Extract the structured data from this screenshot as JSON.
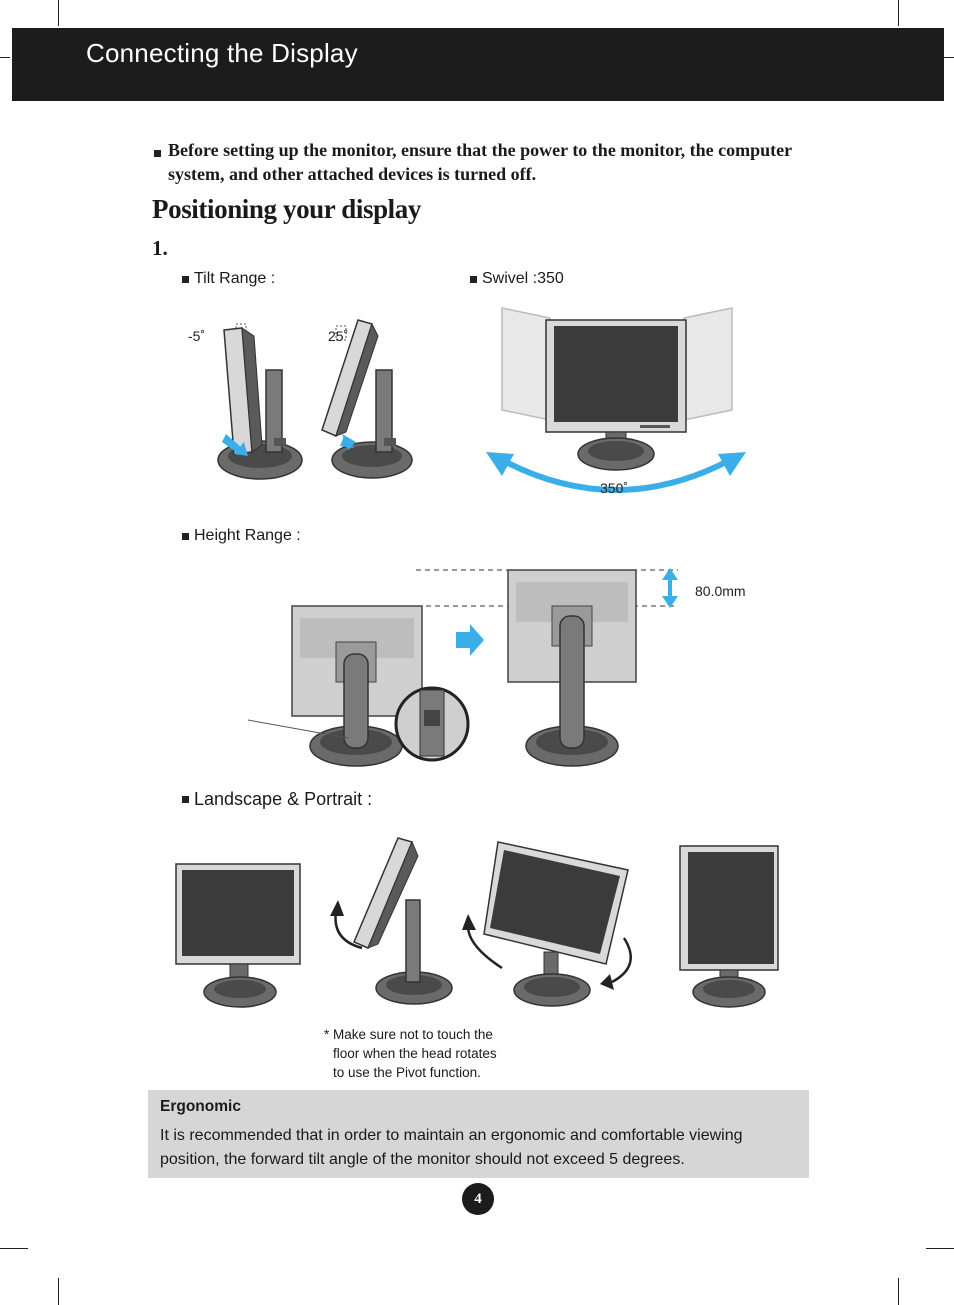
{
  "header": {
    "title": "Connecting the Display"
  },
  "warning": {
    "text": "Before setting up the monitor, ensure that the power to the monitor, the computer system, and other attached devices is turned off."
  },
  "section": {
    "title": "Positioning your display",
    "step": "1."
  },
  "tilt": {
    "label": "Tilt Range :",
    "angle_min": "-5˚",
    "angle_max": "25˚"
  },
  "swivel": {
    "label": "Swivel :350",
    "angle": "350˚"
  },
  "height": {
    "label": "Height Range :",
    "value": "80.0mm"
  },
  "pivot": {
    "label": "Landscape & Portrait :",
    "note": [
      "* Make sure not to touch the",
      "floor when the head rotates",
      "to use the Pivot function."
    ]
  },
  "ergonomic": {
    "title": "Ergonomic",
    "text": "It is recommended that in order to maintain an ergonomic and comfortable viewing position, the forward tilt angle of the monitor should not exceed 5 degrees."
  },
  "page": {
    "number": "4"
  },
  "colors": {
    "accent": "#3aaee8",
    "header_bg": "#1c1c1c",
    "box_bg": "#d6d6d6"
  }
}
